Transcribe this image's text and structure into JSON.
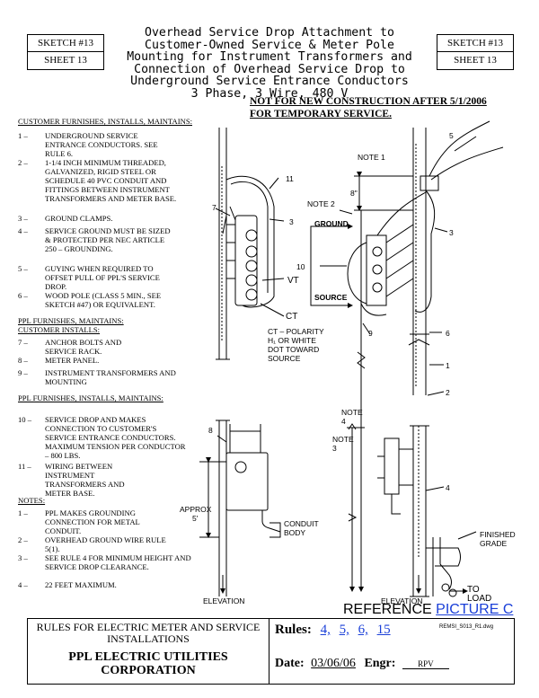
{
  "sketch_left": {
    "sketch": "SKETCH #13",
    "sheet": "SHEET 13"
  },
  "sketch_right": {
    "sketch": "SKETCH #13",
    "sheet": "SHEET 13"
  },
  "title_lines": [
    "Overhead Service Drop Attachment to",
    "Customer-Owned Service & Meter Pole",
    "Mounting for Instrument Transformers and",
    "Connection of Overhead Service Drop to",
    "Underground Service Entrance Conductors",
    "3 Phase, 3 Wire, 480 V"
  ],
  "warning_lines": [
    "NOT FOR NEW CONSTRUCTION AFTER 5/1/2006",
    "FOR TEMPORARY SERVICE."
  ],
  "customer_header": "CUSTOMER FURNISHES, INSTALLS, MAINTAINS:",
  "customer_items": [
    {
      "num": "1 –",
      "text": "UNDERGROUND SERVICE ENTRANCE CONDUCTORS. SEE RULE 6."
    },
    {
      "num": "2 –",
      "text": "1-1/4 INCH MINIMUM THREADED, GALVANIZED, RIGID STEEL OR SCHEDULE 40 PVC CONDUIT AND FITTINGS BETWEEN INSTRUMENT TRANSFORMERS AND METER BASE."
    },
    {
      "num": "3 –",
      "text": "GROUND CLAMPS."
    },
    {
      "num": "4 –",
      "text": "SERVICE GROUND MUST BE SIZED & PROTECTED PER NEC ARTICLE 250 – GROUNDING."
    },
    {
      "num": "5 –",
      "text": "GUYING WHEN REQUIRED TO OFFSET PULL OF PPL'S SERVICE DROP."
    },
    {
      "num": "6 –",
      "text": "WOOD POLE (CLASS 5 MIN., SEE SKETCH #47) OR EQUIVALENT."
    }
  ],
  "ppl_header_1": "PPL FURNISHES, MAINTAINS:",
  "ppl_header_1b": "CUSTOMER INSTALLS:",
  "ppl_items_1": [
    {
      "num": "7 –",
      "text": "ANCHOR BOLTS AND SERVICE RACK."
    },
    {
      "num": "8 –",
      "text": "METER PANEL."
    },
    {
      "num": "9 –",
      "text": "INSTRUMENT TRANSFORMERS AND MOUNTING"
    }
  ],
  "ppl_header_2": "PPL FURNISHES, INSTALLS, MAINTAINS:",
  "ppl_items_2": [
    {
      "num": "10 –",
      "text": "SERVICE DROP AND MAKES CONNECTION TO CUSTOMER'S SERVICE ENTRANCE CONDUCTORS. MAXIMUM TENSION PER CONDUCTOR – 800 LBS."
    },
    {
      "num": "11 –",
      "text": "WIRING BETWEEN INSTRUMENT TRANSFORMERS AND METER BASE."
    }
  ],
  "notes_header": "NOTES:",
  "notes": [
    {
      "num": "1 –",
      "text": "PPL MAKES GROUNDING CONNECTION FOR METAL CONDUIT."
    },
    {
      "num": "2 –",
      "text": "OVERHEAD GROUND WIRE RULE 5(1)."
    },
    {
      "num": "3 –",
      "text": "SEE RULE 4 FOR MINIMUM HEIGHT AND SERVICE DROP CLEARANCE."
    },
    {
      "num": "4 –",
      "text": "22 FEET MAXIMUM."
    }
  ],
  "diagram_labels": {
    "vt": "VT",
    "ct": "CT",
    "ct_note": [
      "CT – POLARITY",
      "H₁ OR WHITE",
      "DOT TOWARD",
      "SOURCE"
    ],
    "note1": "NOTE 1",
    "note2": "NOTE 2",
    "ground": "GROUND",
    "source": "SOURCE",
    "eight_in": "8\"",
    "note4": "NOTE 4",
    "note3": "NOTE 3",
    "approx": "APPROX",
    "five_ft": "5'",
    "conduit_body": [
      "CONDUIT",
      "BODY"
    ],
    "finished_grade": [
      "FINISHED",
      "GRADE"
    ],
    "to_load": [
      "TO",
      "LOAD"
    ],
    "elevation": "ELEVATION",
    "n1": "1",
    "n2": "2",
    "n3": "3",
    "n4": "4",
    "n5": "5",
    "n6": "6",
    "n7": "7",
    "n8": "8",
    "n9": "9",
    "n10": "10",
    "n11": "11"
  },
  "reference": {
    "prefix": "REFERENCE",
    "link": "PICTURE C"
  },
  "footer": {
    "rules_title": [
      "RULES FOR ELECTRIC METER AND SERVICE",
      "INSTALLATIONS"
    ],
    "company": [
      "PPL ELECTRIC UTILITIES",
      "CORPORATION"
    ],
    "rules_label": "Rules:",
    "rules_links": [
      "4,",
      "5,",
      "6,",
      "15"
    ],
    "file": "REMSI_S013_R1.dwg",
    "date_label": "Date:",
    "date": "03/06/06",
    "engr_label": "Engr:",
    "engr": "RPV"
  }
}
